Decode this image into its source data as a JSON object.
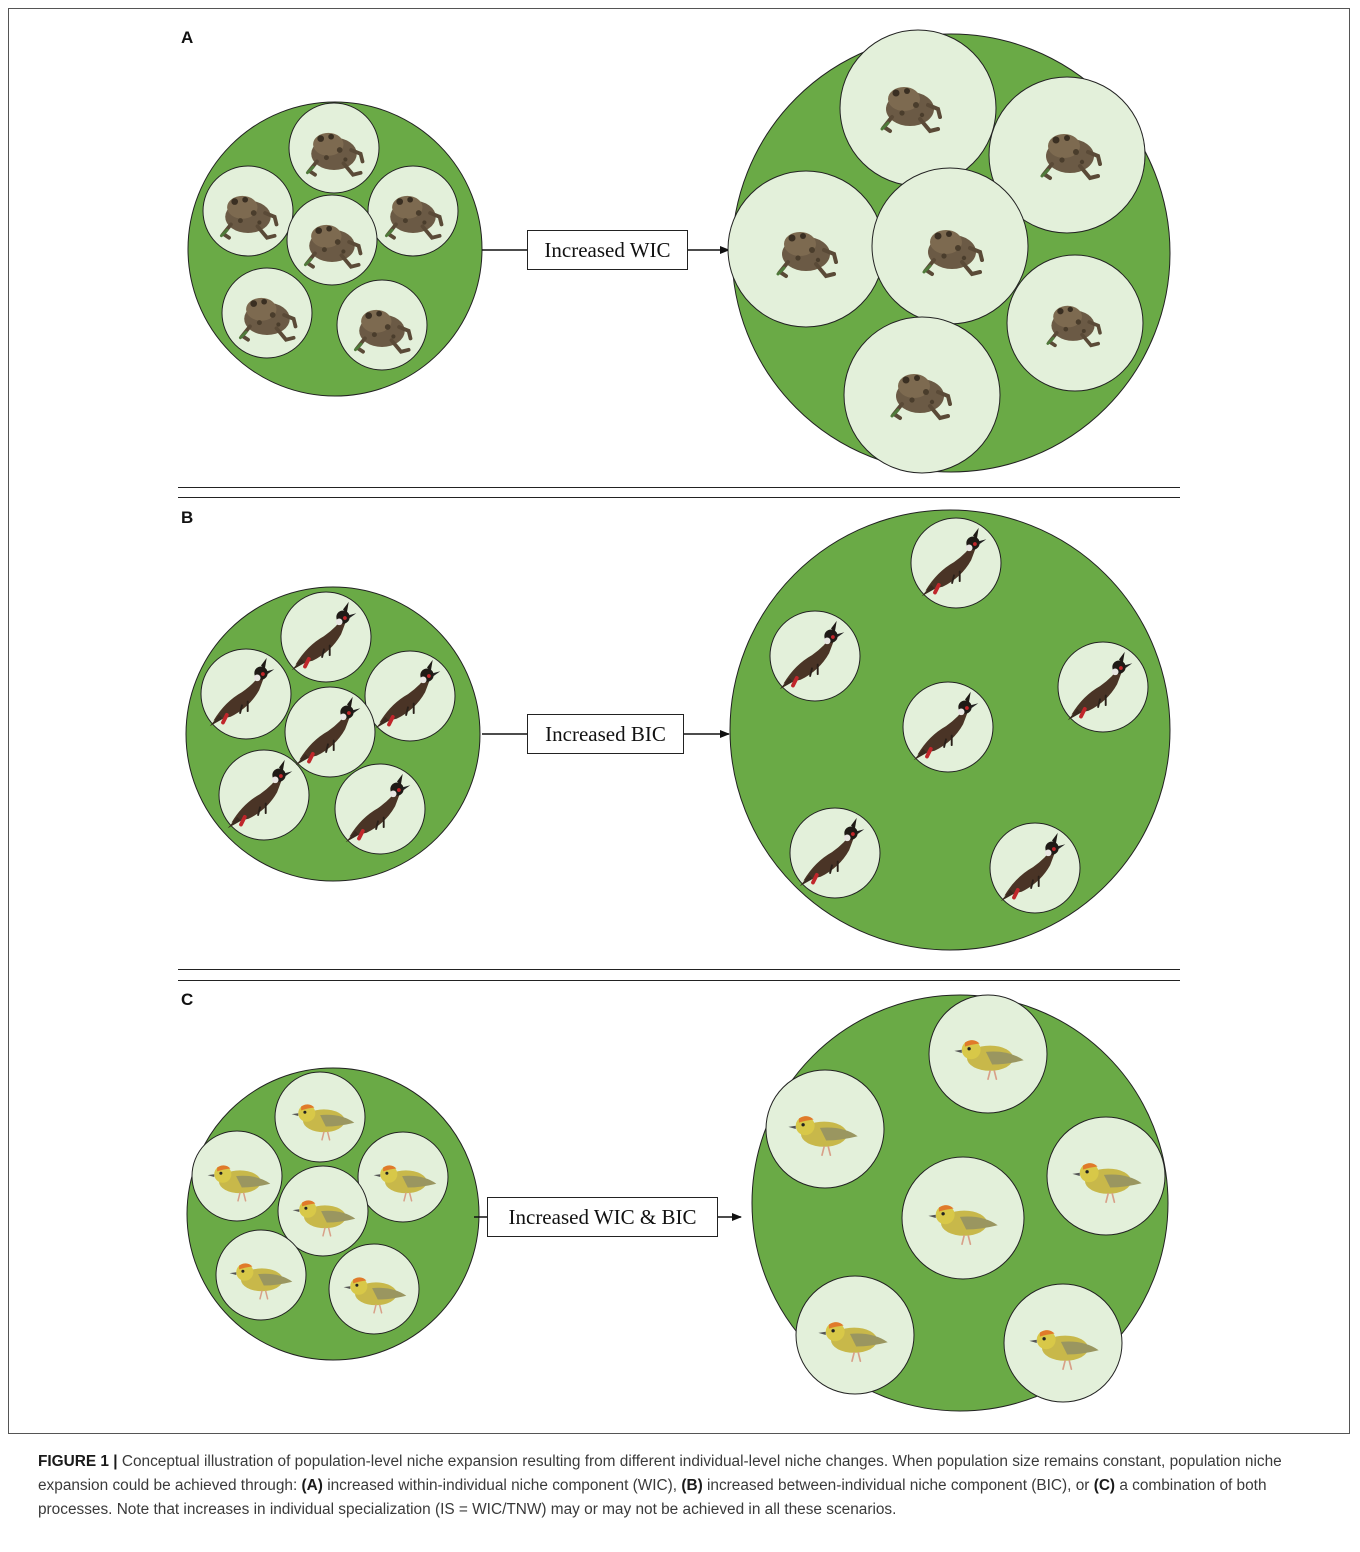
{
  "panels": [
    {
      "letter": "A",
      "label": "Increased WIC",
      "organism": "frog-icon"
    },
    {
      "letter": "B",
      "label": "Increased BIC",
      "organism": "bulbul-bird-icon"
    },
    {
      "letter": "C",
      "label": "Increased WIC & BIC",
      "organism": "warbler-bird-icon"
    }
  ],
  "colors": {
    "population_niche": "#6aaa46",
    "individual_niche": "#e3f0da",
    "frog": "#6b5a45",
    "bulbul": "#4a3426",
    "warbler": "#c8b84a"
  },
  "caption": {
    "figure_label": "FIGURE 1 |",
    "intro": " Conceptual illustration of population-level niche expansion resulting from different individual-level niche changes. When population size remains constant, population niche expansion could be achieved through: ",
    "a_ref": "(A)",
    "a_text": " increased within-individual niche component (WIC), ",
    "b_ref": "(B)",
    "b_text": " increased between-individual niche component (BIC), or ",
    "c_ref": "(C)",
    "c_text": " a combination of both processes. Note that increases in individual specialization (IS = WIC/TNW) may or may not be achieved in all these scenarios."
  }
}
